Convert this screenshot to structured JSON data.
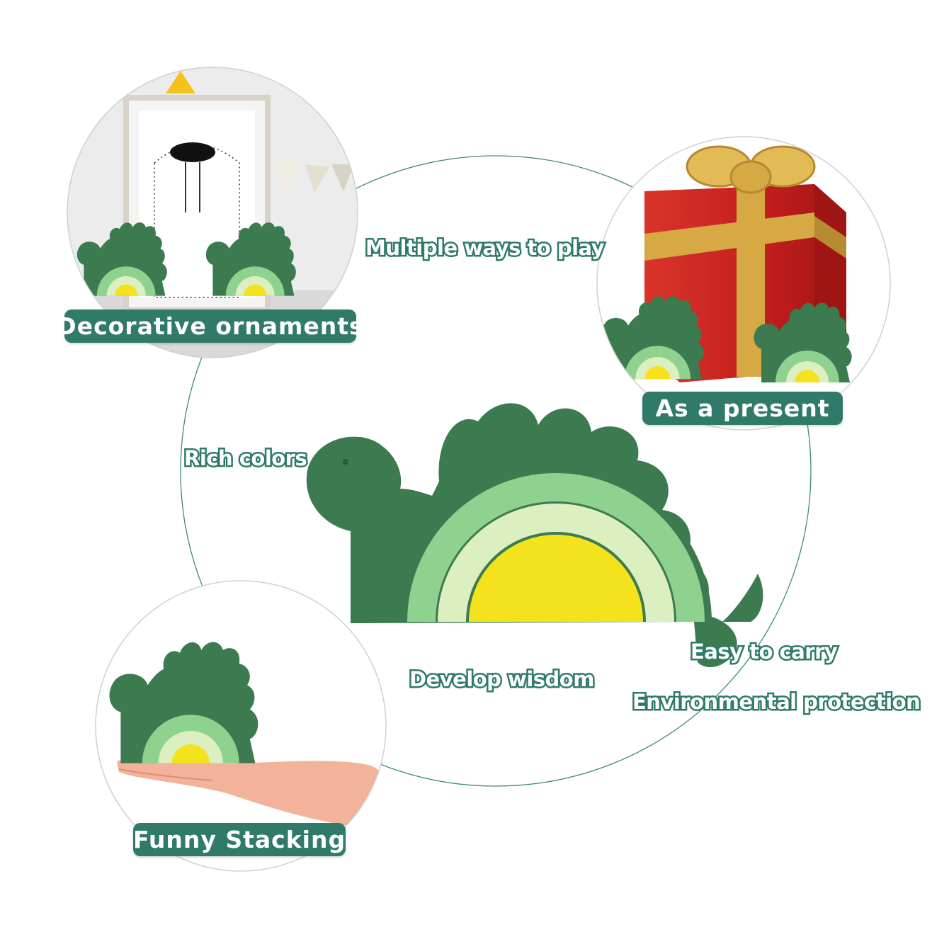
{
  "labels": {
    "decorative": "Decorative ornaments",
    "present": "As a present",
    "stacking": "Funny Stacking",
    "multiple": "Multiple ways to play",
    "rich": "Rich colors",
    "wisdom": "Develop wisdom",
    "carry": "Easy to carry",
    "eco": "Environmental protection"
  },
  "colors": {
    "dark_green": "#3c7a4f",
    "medium_green": "#8fd28f",
    "pale_green": "#dcefc0",
    "yellow": "#f4e21c",
    "label_teal": "#2f7a69",
    "gift_red": "#c9221f",
    "ribbon_gold": "#d6a944"
  }
}
